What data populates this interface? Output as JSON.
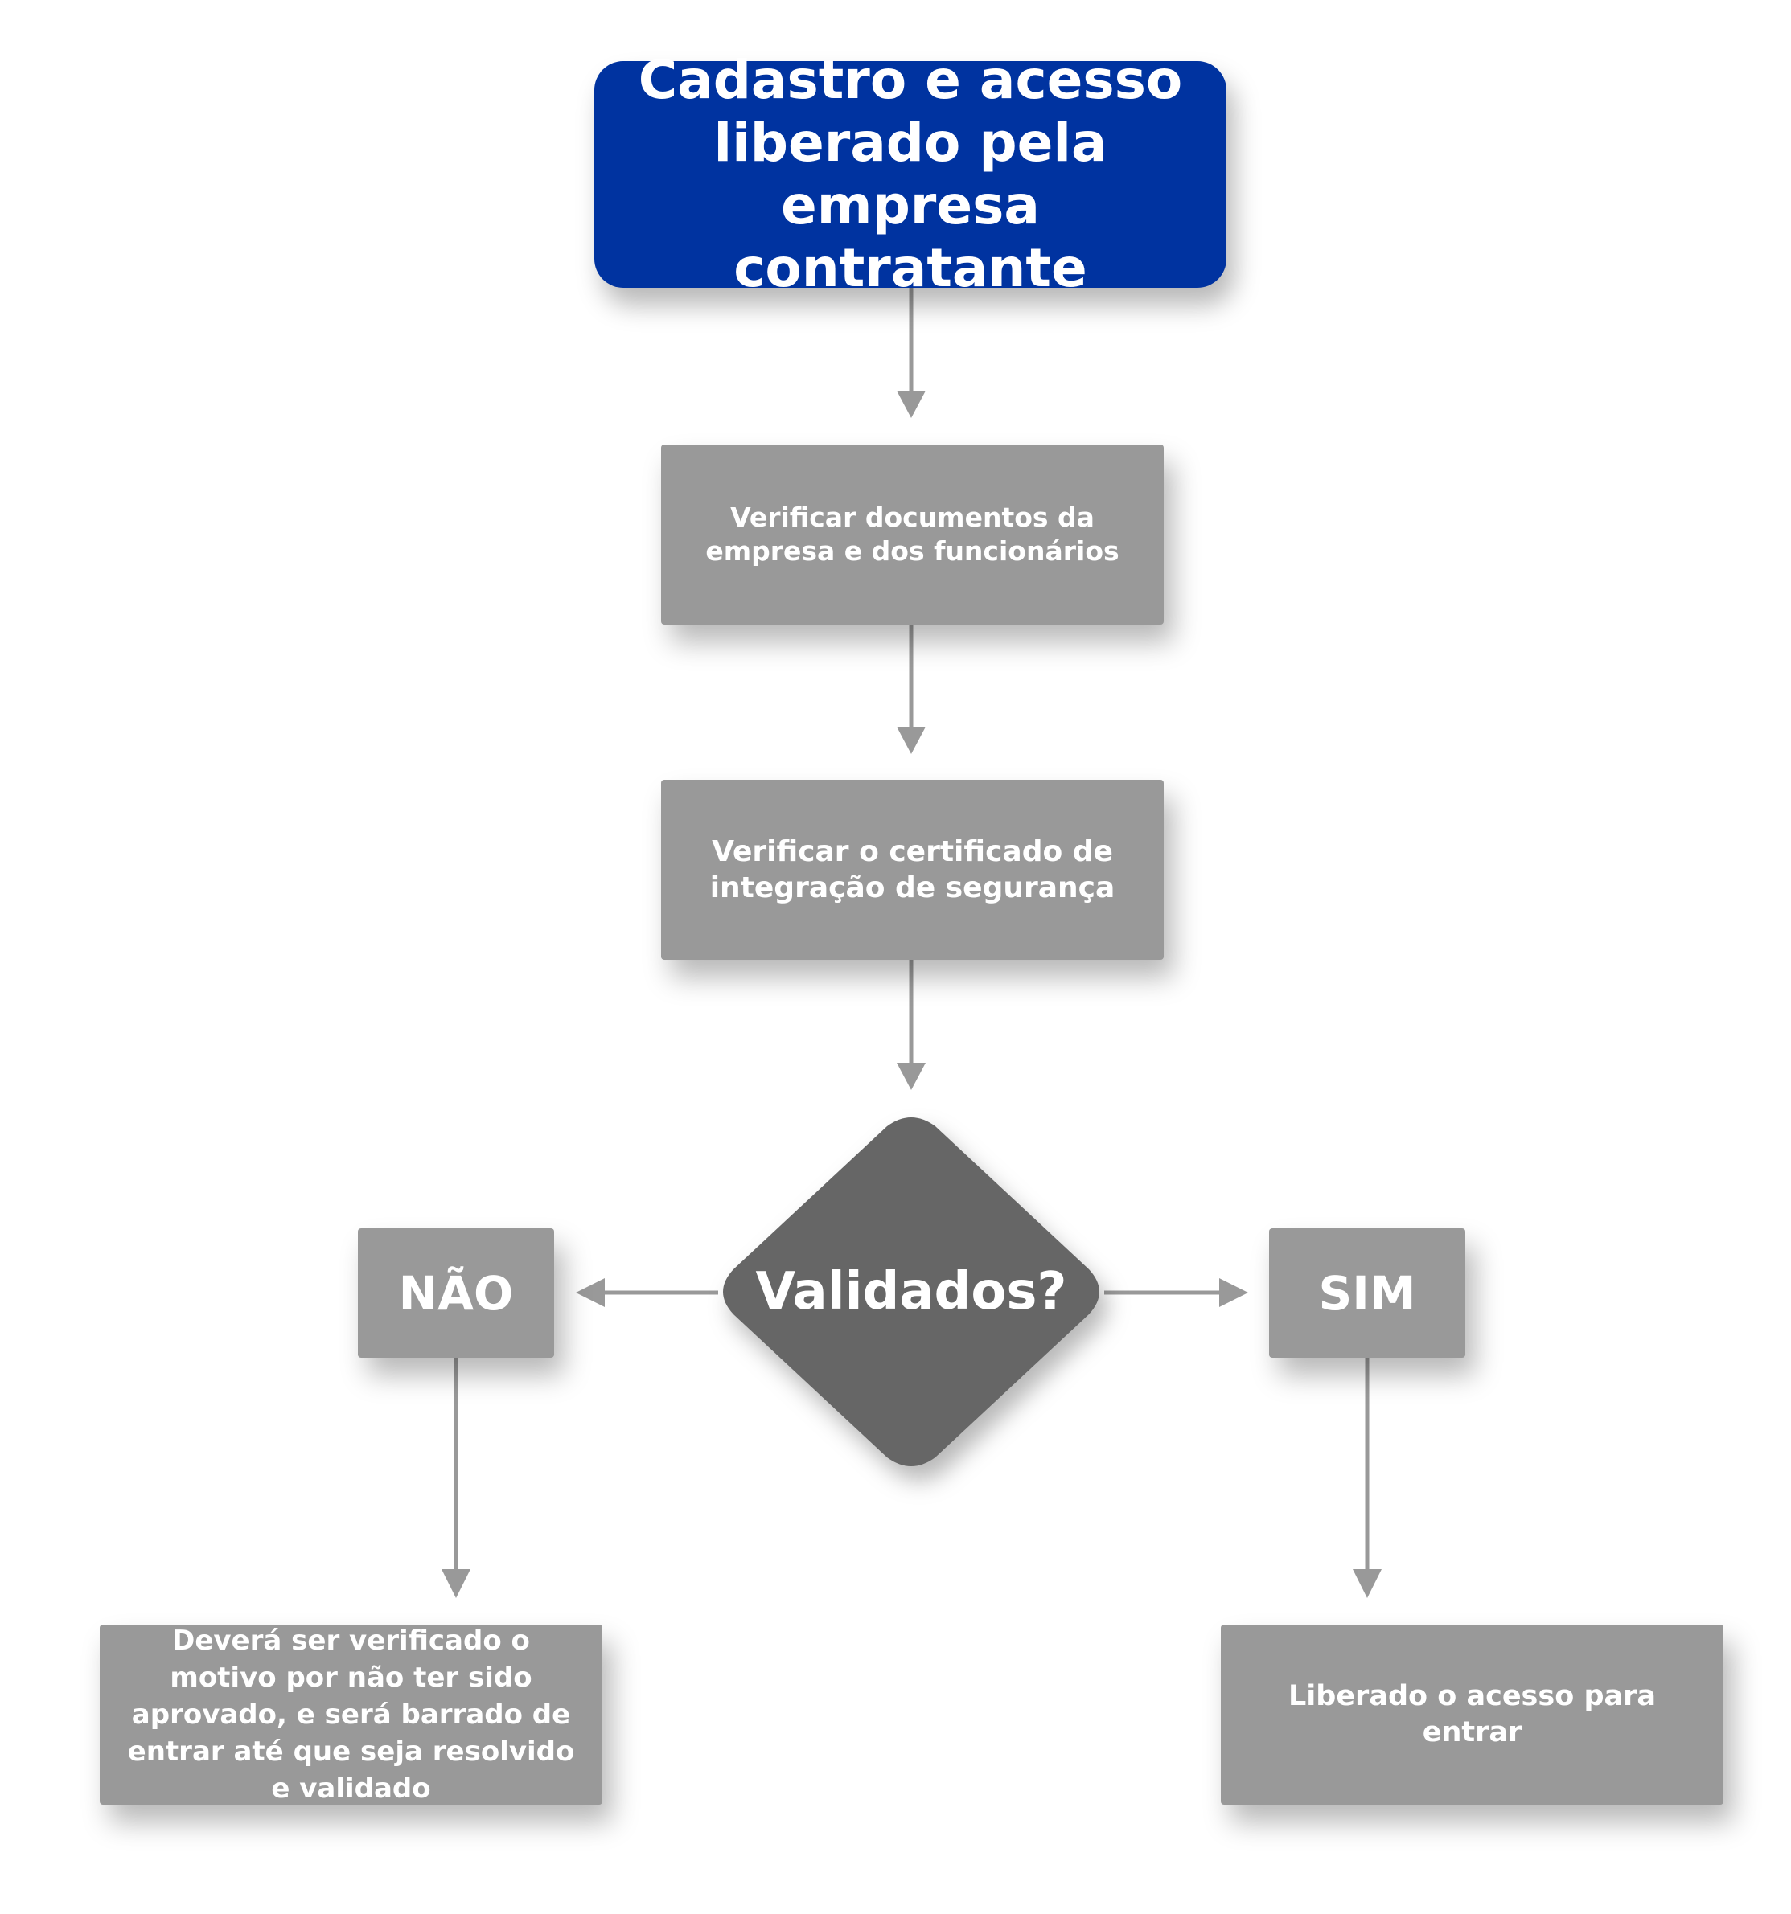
{
  "diagram": {
    "start": "Cadastro e acesso liberado pela empresa contratante",
    "step1": "Verificar documentos da empresa e dos funcionários",
    "step2": "Verificar o certificado de integração de segurança",
    "decision": "Validados?",
    "no_label": "NÃO",
    "yes_label": "SIM",
    "no_outcome": "Deverá ser verificado o motivo por não ter sido aprovado, e será barrado de entrar até que seja resolvido e validado",
    "yes_outcome": "Liberado o acesso para entrar"
  },
  "colors": {
    "start_fill": "#0033a0",
    "step_fill": "#999999",
    "decision_fill": "#666666",
    "connector": "#999999",
    "text": "#ffffff"
  }
}
